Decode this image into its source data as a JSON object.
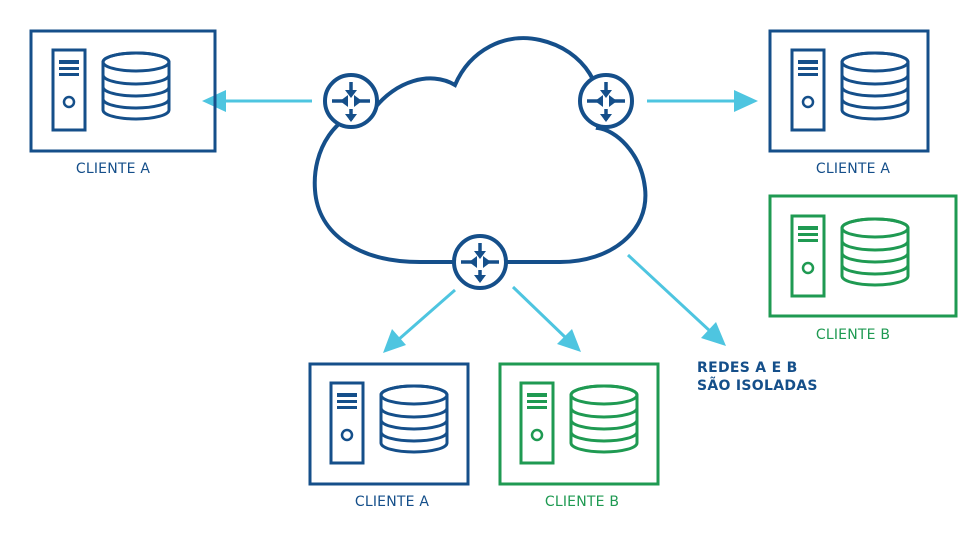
{
  "colors": {
    "blue": "#154f8a",
    "green": "#1f9a52",
    "arrow": "#4ec5e0"
  },
  "icons": [
    "cloud-icon",
    "router-icon",
    "server-icon",
    "database-icon"
  ],
  "clients": [
    {
      "id": "top-left",
      "label": "CLIENTE A",
      "network": "A"
    },
    {
      "id": "top-right",
      "label": "CLIENTE A",
      "network": "A"
    },
    {
      "id": "right-middle",
      "label": "CLIENTE B",
      "network": "B"
    },
    {
      "id": "bottom-left",
      "label": "CLIENTE A",
      "network": "A"
    },
    {
      "id": "bottom-middle",
      "label": "CLIENTE B",
      "network": "B"
    }
  ],
  "note": {
    "line1": "REDES A E B",
    "line2": "SÃO ISOLADAS"
  }
}
